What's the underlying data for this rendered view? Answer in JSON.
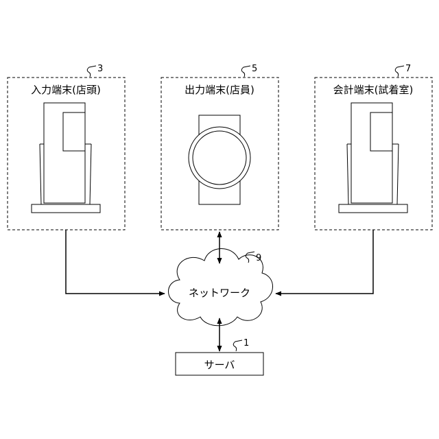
{
  "terminals": [
    {
      "label": "入力端末(店頭)",
      "ref": "3",
      "device": "kiosk-icon"
    },
    {
      "label": "出力端末(店員)",
      "ref": "5",
      "device": "watch-icon"
    },
    {
      "label": "会計端末(試着室)",
      "ref": "7",
      "device": "kiosk-icon"
    }
  ],
  "network": {
    "label": "ネットワーク",
    "ref": "9"
  },
  "server": {
    "label": "サーバ",
    "ref": "1"
  },
  "colors": {
    "line": "#000000",
    "background": "#ffffff"
  }
}
